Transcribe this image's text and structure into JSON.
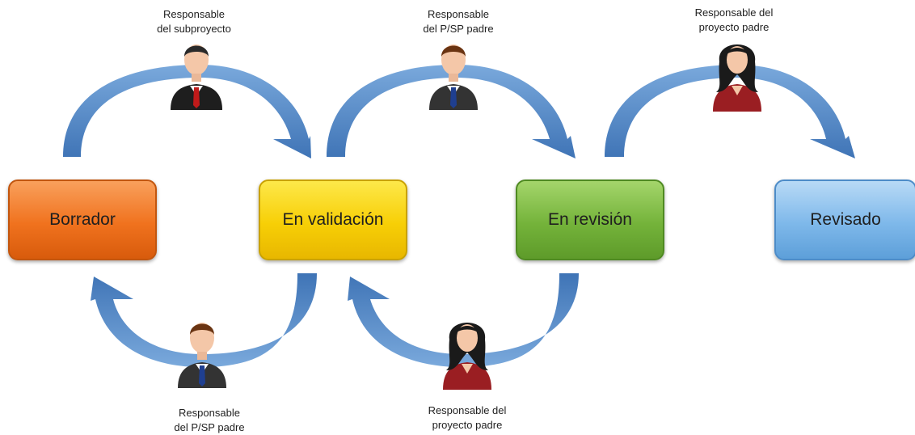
{
  "states": {
    "borrador": "Borrador",
    "validacion": "En validación",
    "revision": "En revisión",
    "revisado": "Revisado"
  },
  "roles": {
    "top_1": [
      "Responsable",
      "del subproyecto"
    ],
    "top_2": [
      "Responsable",
      "del P/SP padre"
    ],
    "top_3": [
      "Responsable del",
      "proyecto padre"
    ],
    "bottom_1": [
      "Responsable",
      "del P/SP padre"
    ],
    "bottom_2": [
      "Responsable del",
      "proyecto padre"
    ]
  },
  "icons": {
    "man_red_tie": "person-man-red-tie-icon",
    "man_blue_tie": "person-man-blue-tie-icon",
    "woman": "person-woman-icon"
  },
  "colors": {
    "arrow": "#4f86c6",
    "borrador": "#f0721e",
    "validacion": "#f7cf06",
    "revision": "#74b33a",
    "revisado": "#7eb8ea"
  }
}
